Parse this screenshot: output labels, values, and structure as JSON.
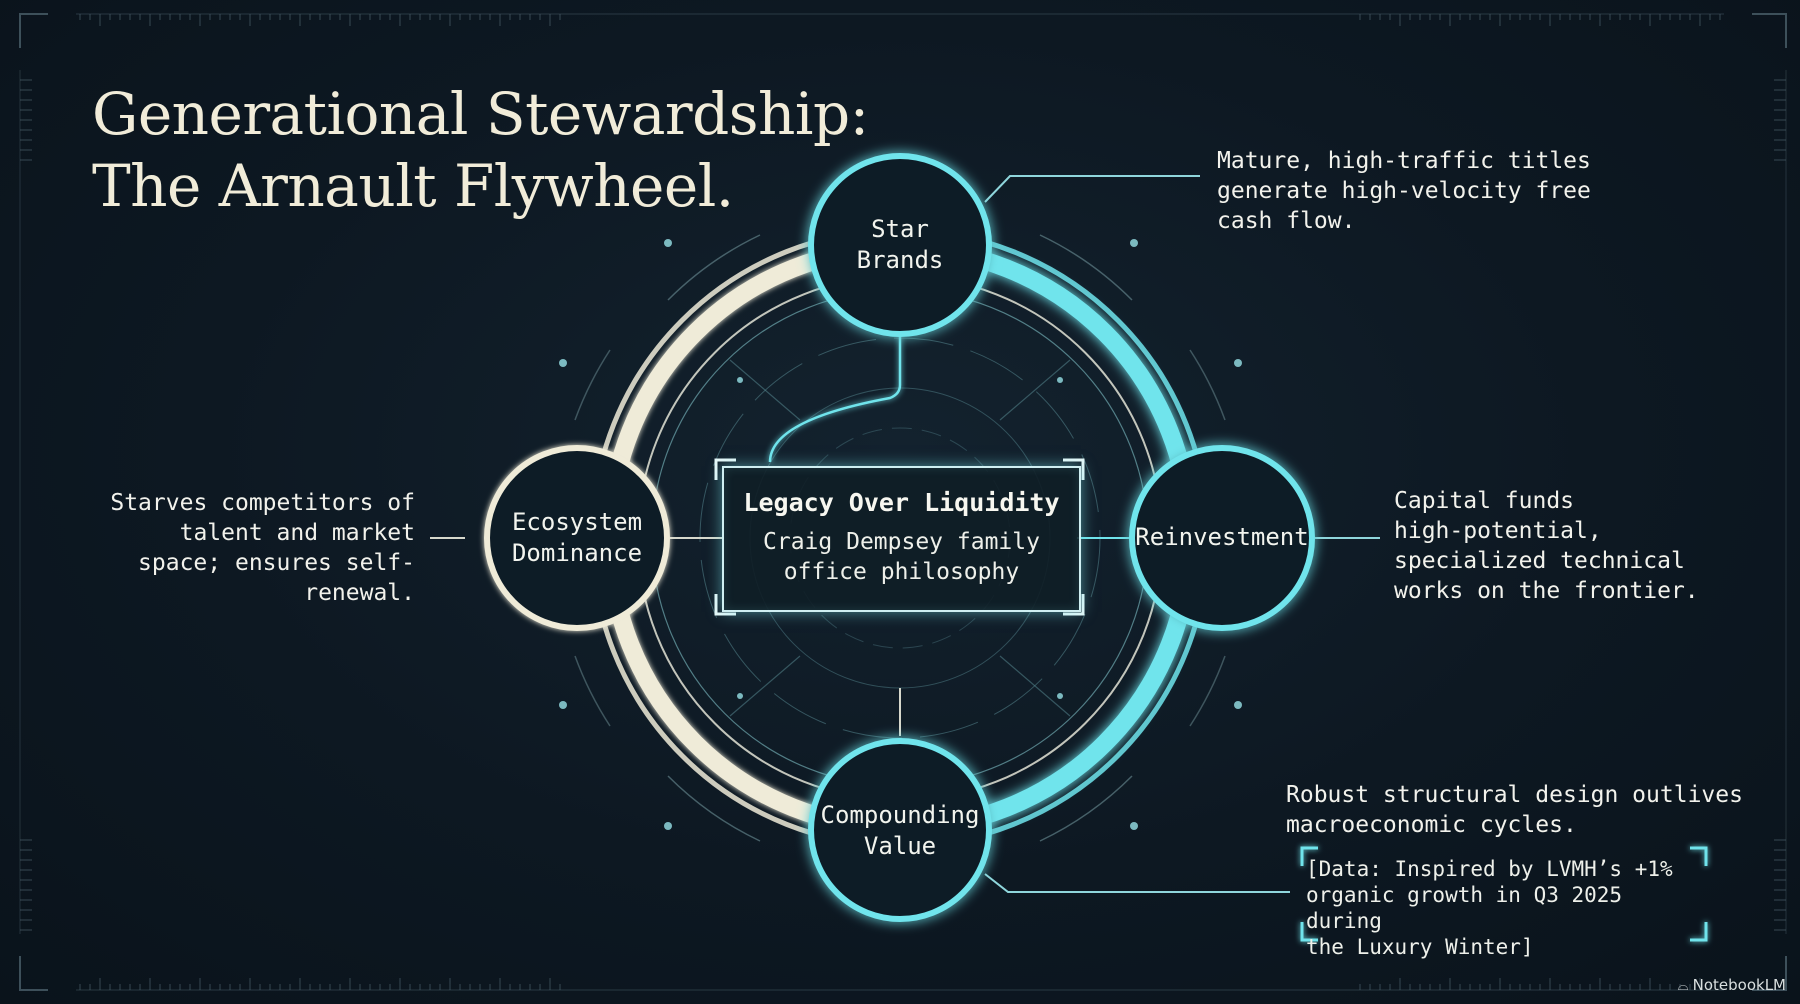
{
  "title": {
    "line1": "Generational Stewardship:",
    "line2": "The Arnault Flywheel."
  },
  "center": {
    "title": "Legacy Over Liquidity",
    "subtitle": "Craig Dempsey family\noffice philosophy"
  },
  "nodes": {
    "top": "Star\nBrands",
    "right": "Reinvestment",
    "bottom": "Compounding\nValue",
    "left": "Ecosystem\nDominance"
  },
  "notes": {
    "top_right": "Mature, high-traffic titles\ngenerate high-velocity free\ncash flow.",
    "right": "Capital funds\nhigh-potential,\nspecialized technical\nworks on the frontier.",
    "bottom_right": "Robust structural design outlives\nmacroeconomic cycles.",
    "left": "Starves competitors of\ntalent and market\nspace; ensures self-\nrenewal.",
    "data": "[Data: Inspired by LVMH’s +1%\norganic growth in Q3 2025 during\nthe Luxury Winter]"
  },
  "brand": {
    "label": "NotebookLM",
    "icon": "notebooklm-icon"
  },
  "colors": {
    "cyan": "#6fe4ec",
    "cream": "#efebd8",
    "background": "#0d1822",
    "line": "#8fd6dc"
  }
}
